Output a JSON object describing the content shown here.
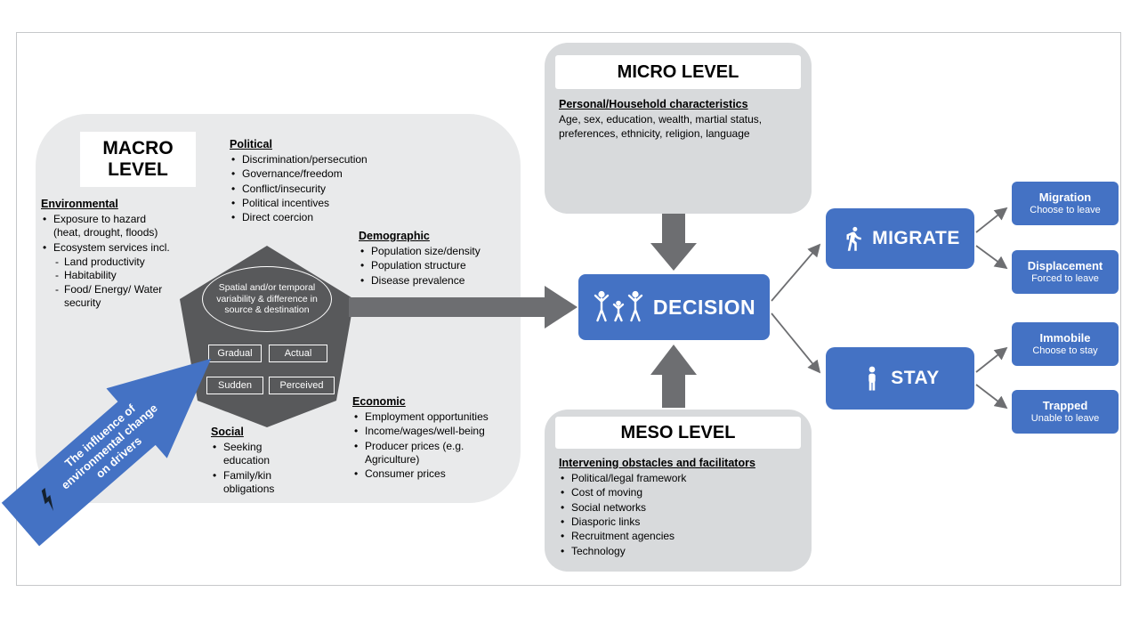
{
  "colors": {
    "blue": "#4472c4",
    "panel_light": "#e9eaeb",
    "panel_mid": "#d8dadc",
    "shape_dark": "#58595b",
    "arrow_gray": "#6d6e71"
  },
  "macro": {
    "title": "MACRO LEVEL",
    "environmental": {
      "heading": "Environmental",
      "items": [
        "Exposure to hazard (heat, drought, floods)",
        "Ecosystem services incl."
      ],
      "subitems": [
        "Land productivity",
        "Habitability",
        "Food/ Energy/ Water security"
      ]
    },
    "political": {
      "heading": "Political",
      "items": [
        "Discrimination/persecution",
        "Governance/freedom",
        "Conflict/insecurity",
        "Political incentives",
        "Direct coercion"
      ]
    },
    "demographic": {
      "heading": "Demographic",
      "items": [
        "Population size/density",
        "Population structure",
        "Disease prevalence"
      ]
    },
    "economic": {
      "heading": "Economic",
      "items": [
        "Employment opportunities",
        "Income/wages/well-being",
        "Producer prices (e.g. Agriculture)",
        "Consumer prices"
      ]
    },
    "social": {
      "heading": "Social",
      "items": [
        "Seeking education",
        "Family/kin obligations"
      ]
    },
    "oval_text": "Spatial and/or temporal variability & difference in source & destination",
    "chips": [
      "Gradual",
      "Actual",
      "Sudden",
      "Perceived"
    ],
    "influence_arrow": "The influence of environmental change on drivers"
  },
  "micro": {
    "title": "MICRO LEVEL",
    "heading": "Personal/Household characteristics",
    "body": "Age, sex, education, wealth, martial status, preferences, ethnicity, religion, language"
  },
  "meso": {
    "title": "MESO LEVEL",
    "heading": "Intervening obstacles and facilitators",
    "items": [
      "Political/legal framework",
      "Cost of moving",
      "Social networks",
      "Diasporic links",
      "Recruitment agencies",
      "Technology"
    ]
  },
  "nodes": {
    "decision": "DECISION",
    "migrate": "MIGRATE",
    "stay": "STAY"
  },
  "outcomes": [
    {
      "title": "Migration",
      "subtitle": "Choose to leave"
    },
    {
      "title": "Displacement",
      "subtitle": "Forced to leave"
    },
    {
      "title": "Immobile",
      "subtitle": "Choose to stay"
    },
    {
      "title": "Trapped",
      "subtitle": "Unable to leave"
    }
  ]
}
